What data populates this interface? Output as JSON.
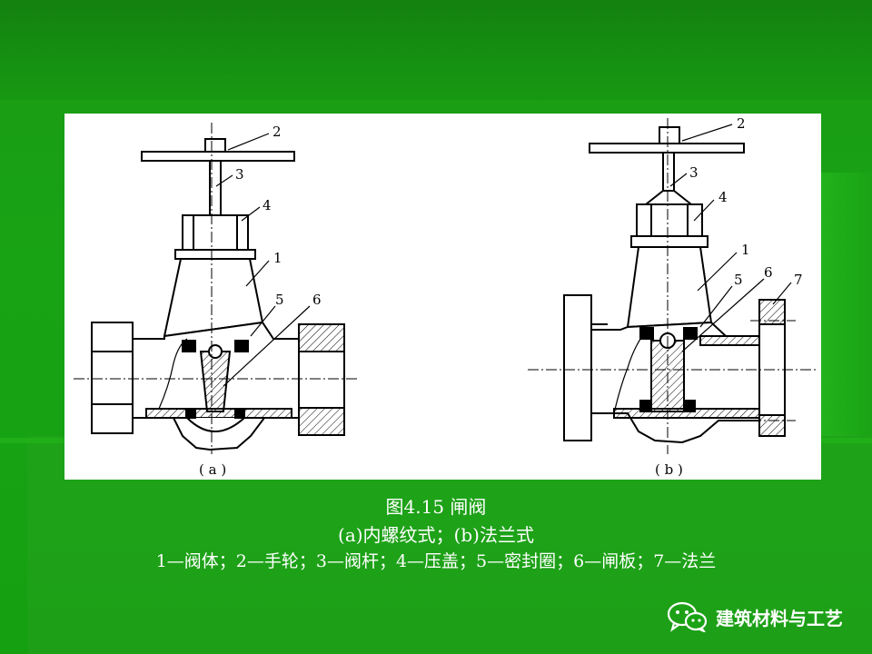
{
  "figure": {
    "title": "图4.15  闸阀",
    "subtitle": "(a)内螺纹式；(b)法兰式",
    "legend": "1—阀体；2—手轮；3—阀杆；4—压盖；5—密封圈；6—闸板；7—法兰",
    "panel_a_label": "( a )",
    "panel_b_label": "( b )",
    "numbers_a": [
      "2",
      "3",
      "4",
      "1",
      "5",
      "6"
    ],
    "numbers_b": [
      "2",
      "3",
      "4",
      "1",
      "5",
      "6",
      "7"
    ]
  },
  "brand": {
    "icon": "wechat-icon",
    "text": "建筑材料与工艺"
  }
}
